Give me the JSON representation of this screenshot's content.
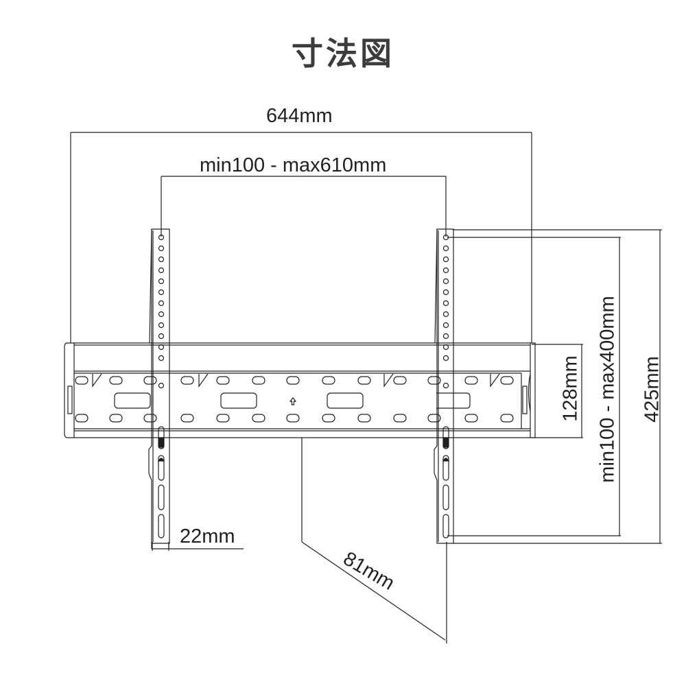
{
  "title": "寸法図",
  "dimensions": {
    "overall_width": "644mm",
    "vesa_horizontal": "min100 - max610mm",
    "plate_height": "128mm",
    "vesa_vertical": "min100 - max400mm",
    "overall_height": "425mm",
    "arm_thickness": "22mm",
    "wall_distance": "81mm"
  },
  "colors": {
    "line": "#231f20",
    "title": "#3c3c3c",
    "background": "#ffffff"
  },
  "drawing": {
    "subject": "flat-tv-wall-mount-bracket",
    "vertical_arm_hole_count": 12,
    "plate_slot_columns": 13,
    "center_marker": "up-arrow-icon"
  }
}
